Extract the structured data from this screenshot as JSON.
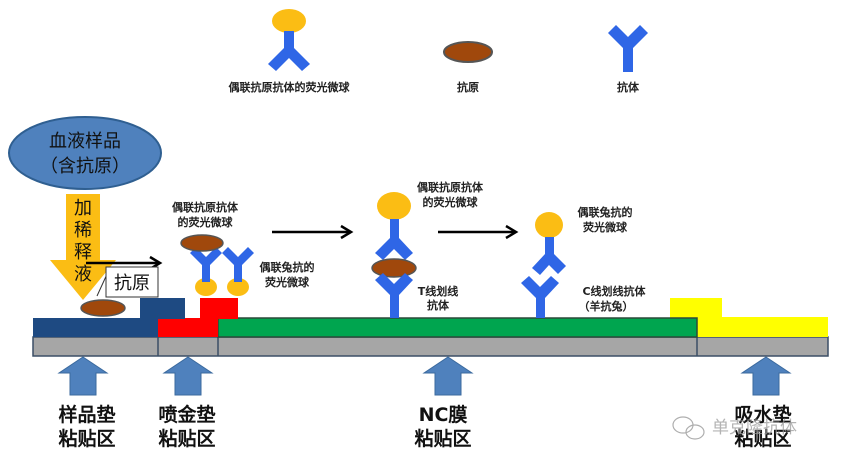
{
  "colors": {
    "antibody_blue": "#2f66e6",
    "microsphere": "#fbbd14",
    "antigen": "#a0480c",
    "antigen_outline": "#555555",
    "sample_pad": "#1e4a82",
    "conjugate_pad": "#ff0000",
    "nc_membrane": "#00a54f",
    "absorbent_pad": "#ffff00",
    "backing": "#a6a6a6",
    "zone_arrow": "#4f81bd",
    "sample_ellipse": "#4f81bd",
    "diluent_arrow": "#fbbd14"
  },
  "legend": {
    "conjugate_microsphere": "偶联抗原抗体的荧光微球",
    "antigen": "抗原",
    "antibody": "抗体"
  },
  "sample": {
    "line1": "血液样品",
    "line2": "（含抗原）",
    "diluent_chars": [
      "加",
      "稀",
      "释",
      "液"
    ],
    "antigen_box": "抗原"
  },
  "conjugate_labels": {
    "antigen_antibody_line1": "偶联抗原抗体",
    "antigen_antibody_line2": "的荧光微球",
    "rabbit_line1": "偶联兔抗的",
    "rabbit_line2": "荧光微球"
  },
  "t_line": {
    "top_line1": "偶联抗原抗体",
    "top_line2": "的荧光微球",
    "label_line1": "T线划线",
    "label_line2": "抗体"
  },
  "c_line": {
    "top_line1": "偶联兔抗的",
    "top_line2": "荧光微球",
    "label_line1": "C线划线抗体",
    "label_line2": "（羊抗兔）"
  },
  "zones": [
    {
      "line1": "样品垫",
      "line2": "粘贴区"
    },
    {
      "line1": "喷金垫",
      "line2": "粘贴区"
    },
    {
      "line1": "NC膜",
      "line2": "粘贴区"
    },
    {
      "line1": "吸水垫",
      "line2": "粘贴区"
    }
  ],
  "watermark": "单克隆抗体"
}
